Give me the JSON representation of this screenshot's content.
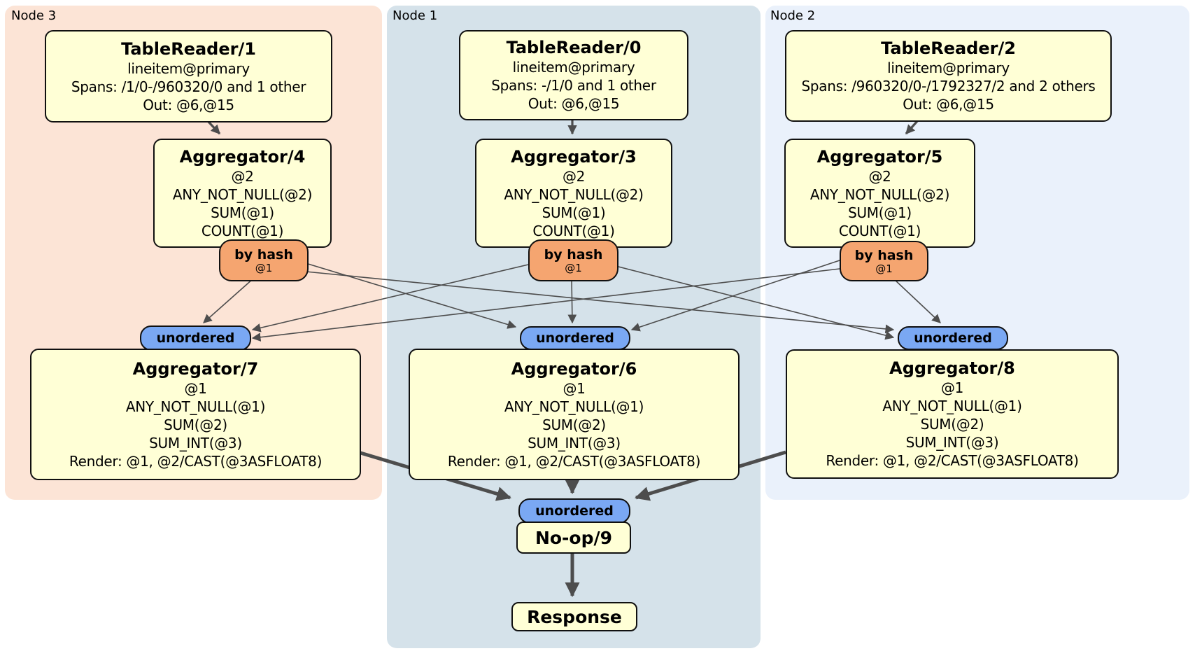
{
  "nodes": {
    "node3": {
      "label": "Node 3",
      "table_reader": {
        "title": "TableReader/1",
        "lines": [
          "lineitem@primary",
          "Spans: /1/0-/960320/0 and 1 other",
          "Out: @6,@15"
        ]
      },
      "aggregator_top": {
        "title": "Aggregator/4",
        "lines": [
          "@2",
          "ANY_NOT_NULL(@2)",
          "SUM(@1)",
          "COUNT(@1)"
        ]
      },
      "router": {
        "label": "by hash",
        "key": "@1"
      },
      "stream_sync": {
        "label": "unordered"
      },
      "aggregator_bottom": {
        "title": "Aggregator/7",
        "lines": [
          "@1",
          "ANY_NOT_NULL(@1)",
          "SUM(@2)",
          "SUM_INT(@3)",
          "Render: @1, @2/CAST(@3ASFLOAT8)"
        ]
      }
    },
    "node1": {
      "label": "Node 1",
      "table_reader": {
        "title": "TableReader/0",
        "lines": [
          "lineitem@primary",
          "Spans: -/1/0 and 1 other",
          "Out: @6,@15"
        ]
      },
      "aggregator_top": {
        "title": "Aggregator/3",
        "lines": [
          "@2",
          "ANY_NOT_NULL(@2)",
          "SUM(@1)",
          "COUNT(@1)"
        ]
      },
      "router": {
        "label": "by hash",
        "key": "@1"
      },
      "stream_sync": {
        "label": "unordered"
      },
      "aggregator_bottom": {
        "title": "Aggregator/6",
        "lines": [
          "@1",
          "ANY_NOT_NULL(@1)",
          "SUM(@2)",
          "SUM_INT(@3)",
          "Render: @1, @2/CAST(@3ASFLOAT8)"
        ]
      }
    },
    "node2": {
      "label": "Node 2",
      "table_reader": {
        "title": "TableReader/2",
        "lines": [
          "lineitem@primary",
          "Spans: /960320/0-/1792327/2 and 2 others",
          "Out: @6,@15"
        ]
      },
      "aggregator_top": {
        "title": "Aggregator/5",
        "lines": [
          "@2",
          "ANY_NOT_NULL(@2)",
          "SUM(@1)",
          "COUNT(@1)"
        ]
      },
      "router": {
        "label": "by hash",
        "key": "@1"
      },
      "stream_sync": {
        "label": "unordered"
      },
      "aggregator_bottom": {
        "title": "Aggregator/8",
        "lines": [
          "@1",
          "ANY_NOT_NULL(@1)",
          "SUM(@2)",
          "SUM_INT(@3)",
          "Render: @1, @2/CAST(@3ASFLOAT8)"
        ]
      }
    }
  },
  "output": {
    "stream_sync": "unordered",
    "noop": "No-op/9",
    "response": "Response"
  },
  "colors": {
    "node3_panel": "#fce4d6",
    "node1_panel": "#d5e2ea",
    "node2_panel": "#eaf1fb",
    "processor_box": "#ffffd6",
    "router_pill": "#f5a570",
    "sync_pill": "#7aa8f3",
    "border": "#101010",
    "edge": "#4d4d4d"
  }
}
